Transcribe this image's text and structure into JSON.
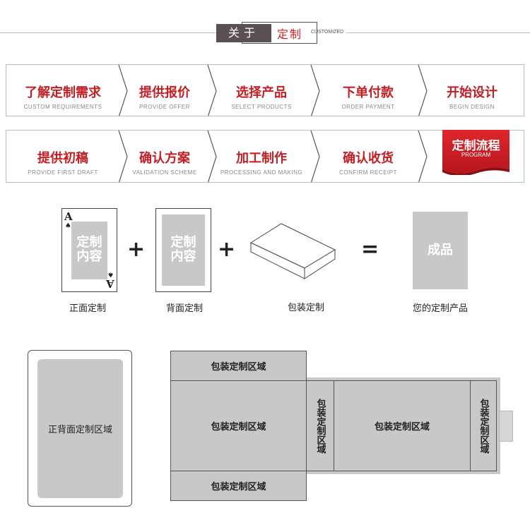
{
  "header": {
    "left_label": "关于",
    "right_label": "定制",
    "english": "CUSTOMIZED"
  },
  "process_row_1": [
    {
      "cn": "了解定制需求",
      "en": "CUSTOM REQUIREMENTS"
    },
    {
      "cn": "提供报价",
      "en": "PROVIDE OFFER"
    },
    {
      "cn": "选择产品",
      "en": "SELECT PRODUCTS"
    },
    {
      "cn": "下单付款",
      "en": "ORDER PAYMENT"
    },
    {
      "cn": "开始设计",
      "en": "BEGIN DESIGN"
    }
  ],
  "process_row_2": [
    {
      "cn": "提供初稿",
      "en": "PROVIDE FIRST DRAFT"
    },
    {
      "cn": "确认方案",
      "en": "VALIDATION SCHEME"
    },
    {
      "cn": "加工制作",
      "en": "PROCESSING AND MAKING"
    },
    {
      "cn": "确认收货",
      "en": "CONFIRM RECEIPT"
    }
  ],
  "program_flag": {
    "cn": "定制流程",
    "en": "PROGRAM"
  },
  "equation": {
    "front_card_text": "定制\n内容",
    "back_card_text": "定制\n内容",
    "card_letter": "A",
    "plus": "+",
    "equals": "=",
    "result_text": "成品",
    "captions": {
      "front": "正面定制",
      "back": "背面定制",
      "package": "包装定制",
      "result": "您的定制产品"
    }
  },
  "bottom": {
    "card_area": "正背面定制区域",
    "pkg_top": "包装定制区域",
    "pkg_main_left": "包装定制区域",
    "pkg_side_left": "包装定制区域",
    "pkg_main_right": "包装定制区域",
    "pkg_side_right": "包装定制区域",
    "pkg_bottom": "包装定制区域"
  },
  "colors": {
    "accent": "#c41e24",
    "header_dark": "#5a4f51",
    "panel_gray": "#c8c8c8"
  }
}
